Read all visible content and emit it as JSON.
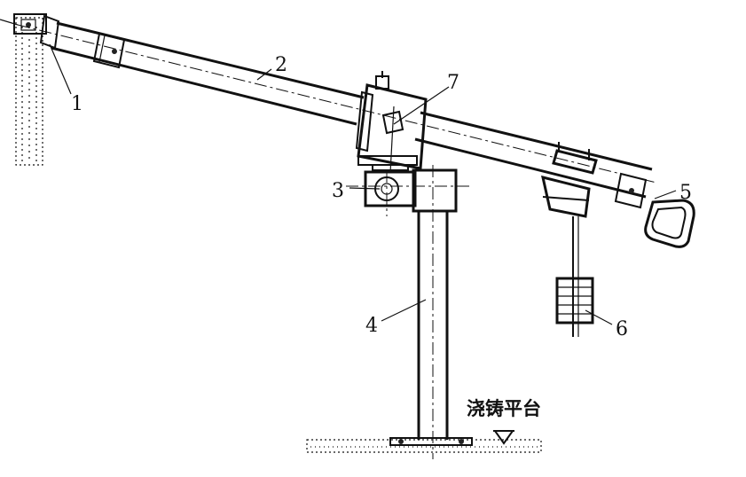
{
  "labels": {
    "l1": "1",
    "l2": "2",
    "l3": "3",
    "l4": "4",
    "l5": "5",
    "l6": "6",
    "l7": "7"
  },
  "platform_label": "浇铸平台"
}
